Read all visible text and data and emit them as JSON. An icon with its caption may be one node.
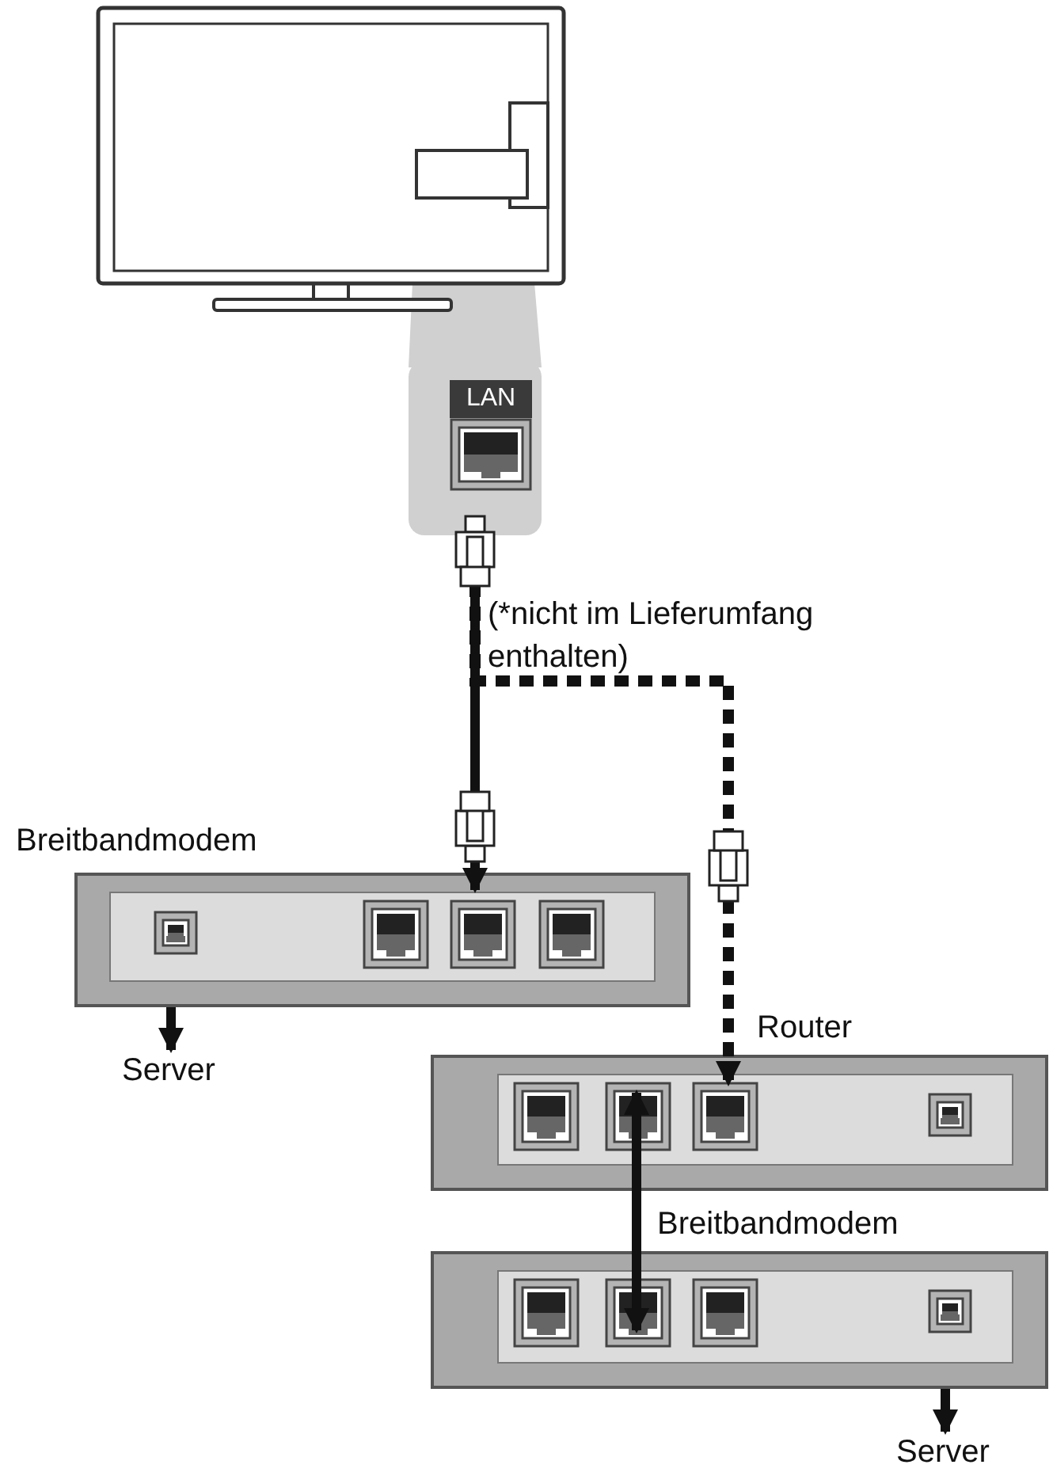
{
  "diagram": {
    "nodes": [
      {
        "text": [],
        "shape": "picture"
      },
      {
        "text": [
          "LAN"
        ]
      },
      {
        "text": [
          "Breitbandmodem"
        ]
      },
      {
        "text": [
          "Server"
        ]
      },
      {
        "text": [
          "Router"
        ]
      },
      {
        "text": [
          "Breitbandmodem"
        ]
      },
      {
        "text": [
          "Server"
        ]
      }
    ],
    "edges": [
      {
        "from": 1,
        "to": 2,
        "arrow": "to"
      },
      {
        "from": 1,
        "to": 4,
        "arrow": "to",
        "style": "dashed"
      },
      {
        "from": 4,
        "to": 5,
        "arrow": "both"
      },
      {
        "from": 2,
        "to": 3,
        "arrow": "to"
      },
      {
        "from": 5,
        "to": 6,
        "arrow": "to"
      }
    ],
    "labels": [
      "(*nicht im Lieferumfang enthalten)"
    ]
  }
}
